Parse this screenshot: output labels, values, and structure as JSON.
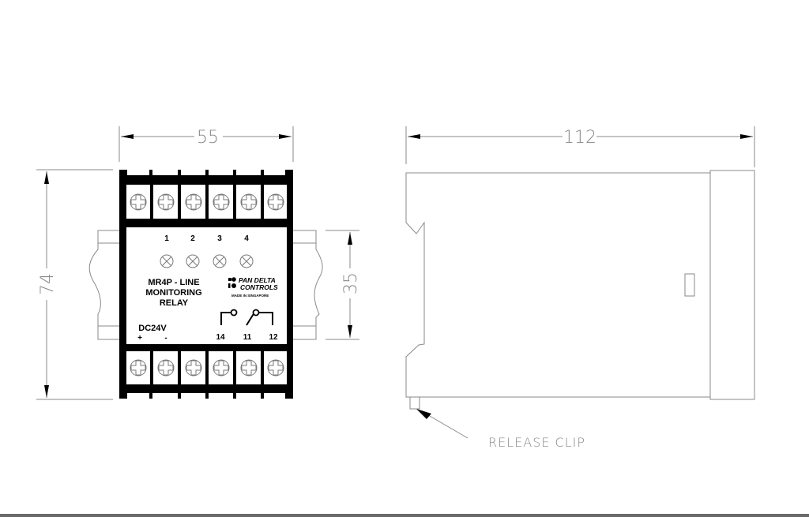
{
  "drawing": {
    "front_view": {
      "width_dim": "55",
      "height_dim": "74",
      "rail_dim": "35",
      "led_numbers": [
        "1",
        "2",
        "3",
        "4"
      ],
      "title_lines": [
        "MR4P - LINE",
        "MONITORING",
        "RELAY"
      ],
      "brand_lines": [
        "PAN DELTA",
        "CONTROLS"
      ],
      "made_in": "MADE IN SINGAPORE",
      "supply_label": "DC24V",
      "supply_plus": "+",
      "supply_minus": "-",
      "contact_terminals": [
        "14",
        "11",
        "12"
      ],
      "top_terminal_count": 6,
      "bottom_terminal_count": 6
    },
    "side_view": {
      "length_dim": "112",
      "release_clip_label": "RELEASE CLIP"
    },
    "colors": {
      "line": "#8a8a8a",
      "body": "#000000",
      "dim_text": "#888888",
      "background": "#ffffff"
    }
  }
}
